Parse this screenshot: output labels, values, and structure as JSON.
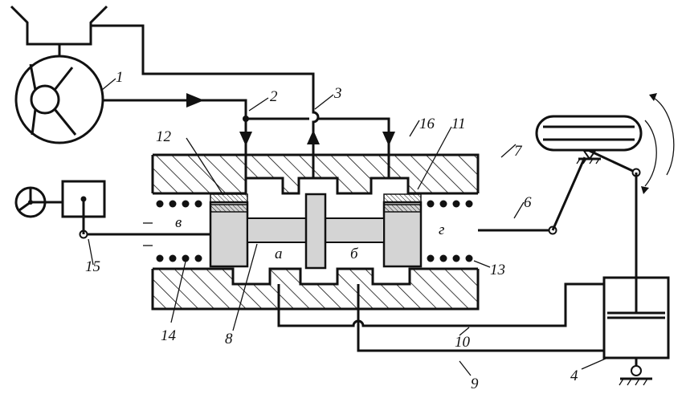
{
  "figure": {
    "labels": {
      "l1": "1",
      "l2": "2",
      "l3": "3",
      "l4": "4",
      "l6": "6",
      "l7": "7",
      "l8": "8",
      "l9": "9",
      "l10": "10",
      "l11": "11",
      "l12": "12",
      "l13": "13",
      "l14": "14",
      "l15": "15",
      "l16": "16",
      "chamber_left": "в",
      "chamber_right": "г",
      "port_a": "а",
      "port_b": "б"
    },
    "colors": {
      "ink": "#111111",
      "piston_fill": "#d4d4d4",
      "hatch": "#111111"
    }
  }
}
